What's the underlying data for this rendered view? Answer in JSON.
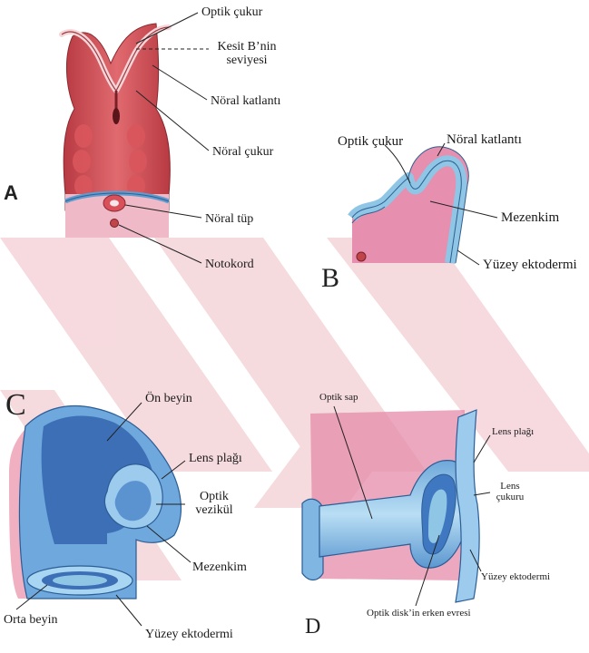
{
  "panels": {
    "a": {
      "letter": "A",
      "labels": {
        "optic_pit": "Optik çukur",
        "section_level_1": "Kesit B’nin",
        "section_level_2": "seviyesi",
        "neural_fold": "Nöral katlantı",
        "neural_groove": "Nöral çukur",
        "neural_tube": "Nöral tüp",
        "notochord": "Notokord"
      }
    },
    "b": {
      "letter": "B",
      "labels": {
        "optic_pit": "Optik çukur",
        "neural_fold": "Nöral katlantı",
        "mesenchyme": "Mezenkim",
        "surface_ectoderm": "Yüzey ektodermi"
      }
    },
    "c": {
      "letter": "C",
      "labels": {
        "forebrain": "Ön beyin",
        "lens_placode": "Lens plağı",
        "optic_vesicle_1": "Optik",
        "optic_vesicle_2": "vezikül",
        "mesenchyme": "Mezenkim",
        "midbrain": "Orta beyin",
        "surface_ectoderm": "Yüzey ektodermi"
      }
    },
    "d": {
      "letter": "D",
      "labels": {
        "optic_stalk": "Optik sap",
        "lens_placode": "Lens plağı",
        "lens_pit_1": "Lens",
        "lens_pit_2": "çukuru",
        "surface_ectoderm": "Yüzey ektodermi",
        "optic_disc": "Optik disk’in erken evresi"
      }
    }
  },
  "colors": {
    "embryo_red": "#c8454b",
    "tissue_pink": "#e58aa6",
    "ectoderm_blue": "#8fc6e6",
    "deep_blue": "#3f78c0",
    "watermark": "#f4d4d9"
  }
}
